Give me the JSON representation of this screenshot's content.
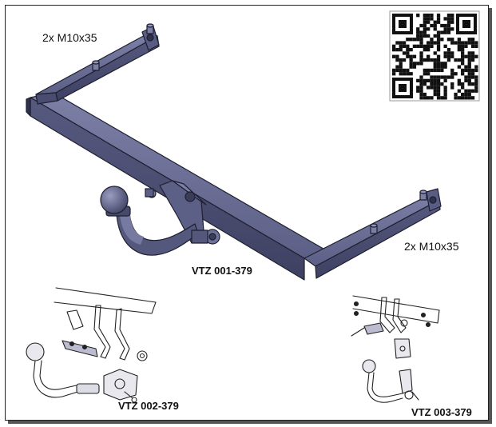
{
  "labels": {
    "bolts_top": "2x M10x35",
    "bolts_right": "2x M10x35",
    "main_model": "VTZ 001-379",
    "variant_left": "VTZ 002-379",
    "variant_right": "VTZ 003-379"
  },
  "colors": {
    "steel_light": "#6f7299",
    "steel_mid": "#585b80",
    "steel_dark": "#3c3e5c",
    "outline": "#1e1f30"
  },
  "icons": [
    "qr-code-icon"
  ]
}
